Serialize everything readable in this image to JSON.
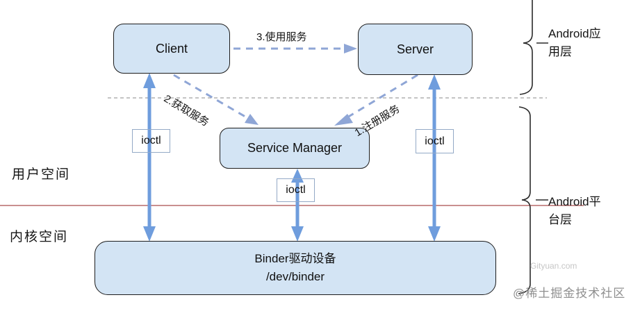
{
  "diagram": {
    "boxes": {
      "client": {
        "label": "Client"
      },
      "server": {
        "label": "Server"
      },
      "service_manager": {
        "label": "Service Manager"
      },
      "binder_driver": {
        "line1": "Binder驱动设备",
        "line2": "/dev/binder"
      }
    },
    "ioctl": {
      "left": "ioctl",
      "middle": "ioctl",
      "right": "ioctl"
    },
    "flows": {
      "use_service": "3.使用服务",
      "get_service": "2.获取服务",
      "register_service": "1.注册服务"
    },
    "regions": {
      "user_space": "用户空间",
      "kernel_space": "内核空间",
      "app_layer": "Android应用层",
      "platform_layer": "Android平台层"
    },
    "watermarks": {
      "gityuan": "Gityuan.com",
      "juejin": "@稀土掘金技术社区"
    },
    "icons": {
      "solid_arrow": "double-headed-arrow",
      "dashed_arrow": "dashed-arrow",
      "brace": "curly-brace"
    },
    "colors": {
      "box_fill": "#d3e4f4",
      "box_border": "#1c1c1c",
      "solid_arrow": "#6f9ddd",
      "dashed_arrow": "#8fa6d6",
      "separator_dashed": "#a0a0a0",
      "kernel_boundary_line": "#c98f8f",
      "brace_stroke": "#2a2a2a",
      "watermark_light": "#c6c6c6",
      "watermark_gray": "#8f8f8f"
    }
  }
}
